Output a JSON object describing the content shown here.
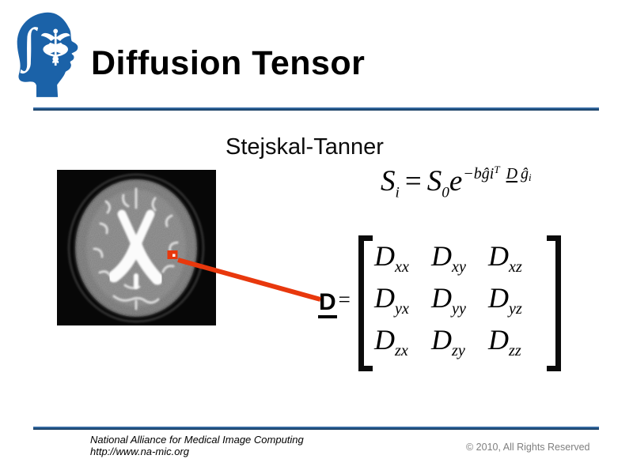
{
  "slide": {
    "title": "Diffusion Tensor",
    "subtitle": "Stejskal-Tanner"
  },
  "logo": {
    "name": "NA-MIC head logo",
    "integral_symbol": "∫",
    "blue": "#1b62a8"
  },
  "equation": {
    "lhs_base": "S",
    "lhs_sub": "i",
    "equals": "=",
    "rhs_base": "S",
    "rhs_sub": "0",
    "exp_base": "e",
    "exp_prefix": "−bĝi",
    "exp_T": "T",
    "exp_D": "D",
    "exp_ghat": "ĝ",
    "exp_gsub": "i"
  },
  "diffusion_matrix": {
    "label_base": "D",
    "equals": "=",
    "element_base": "D",
    "rows": [
      [
        "xx",
        "xy",
        "xz"
      ],
      [
        "yx",
        "yy",
        "yz"
      ],
      [
        "zx",
        "zy",
        "zz"
      ]
    ]
  },
  "figure": {
    "description": "axial brain MRI slice",
    "marker_color": "#e8380d",
    "arrow_color": "#e8380d"
  },
  "footer": {
    "org": "National Alliance for Medical Image Computing",
    "url": "http://www.na-mic.org",
    "copyright": "© 2010, All Rights Reserved"
  },
  "colors": {
    "rule_blue_dark": "#16365c",
    "rule_blue_light": "#4a7ebb",
    "copyright_gray": "#7f7f7f"
  }
}
